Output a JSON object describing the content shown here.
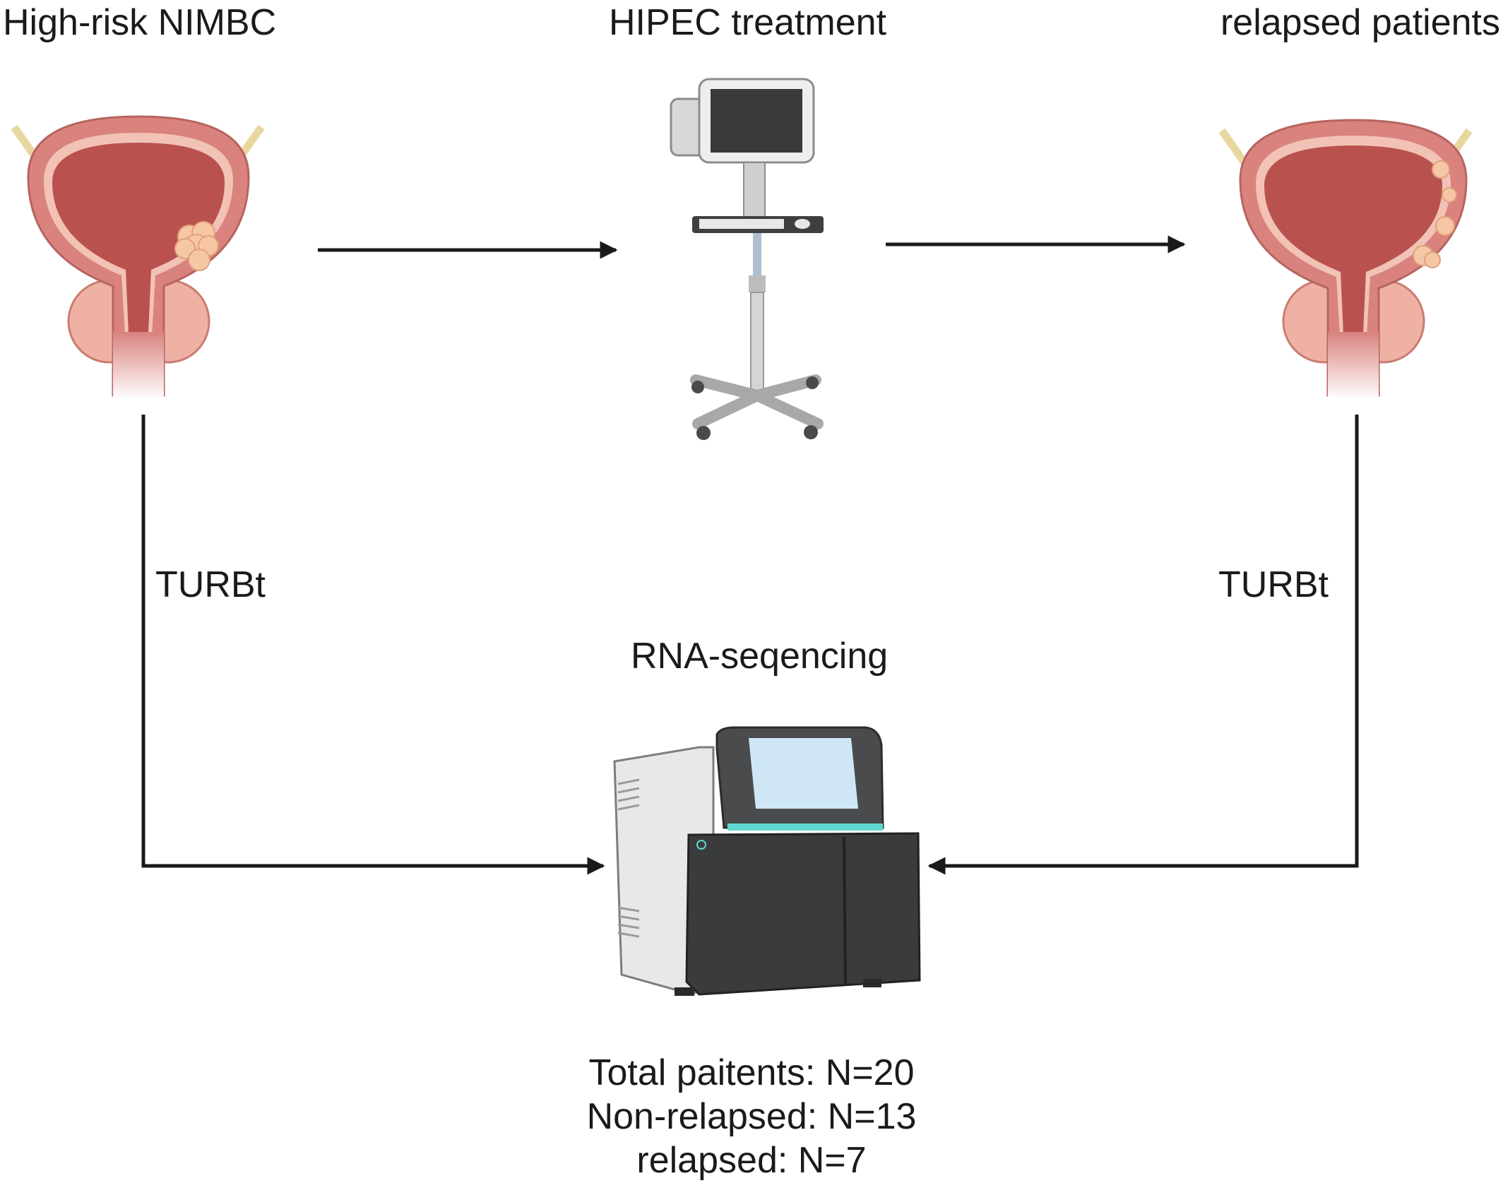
{
  "labels": {
    "left_title": "High-risk NIMBC",
    "middle_title": "HIPEC treatment",
    "right_title": "relapsed patients",
    "turbt_left": "TURBt",
    "turbt_right": "TURBt",
    "sequencing": "RNA-seqencing"
  },
  "stats": [
    "Total paitents: N=20",
    "Non-relapsed: N=13",
    "relapsed: N=7"
  ],
  "icons": {
    "left": "bladder-with-tumor-icon",
    "middle": "hipec-machine-icon",
    "right": "bladder-with-multiple-tumors-icon",
    "bottom": "rna-sequencer-icon"
  },
  "colors": {
    "arrow": "#1a1a1a",
    "bladder_wall": "#d9827e",
    "bladder_inner": "#b9524e",
    "tumor": "#f6c7a4",
    "ureter": "#e9d7a0",
    "sequencer_body": "#3a3b3d",
    "sequencer_accent": "#5fd7d0"
  }
}
